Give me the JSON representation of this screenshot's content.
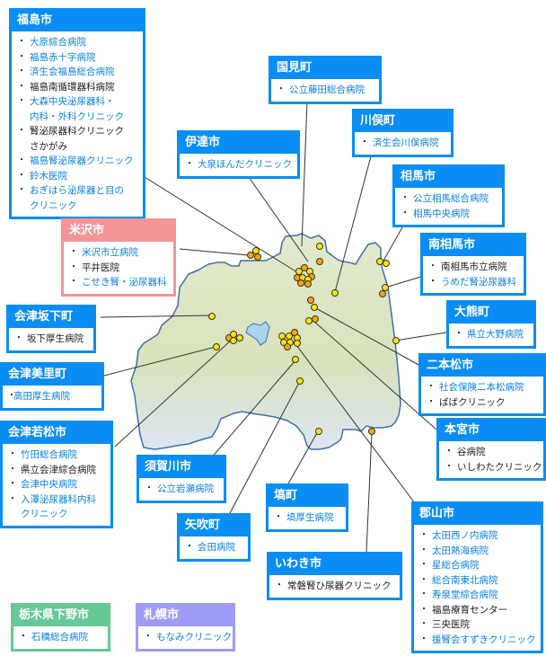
{
  "regions": {
    "fukushima": {
      "title": "福島市",
      "items": [
        {
          "name": "大原綜合病院",
          "link": true
        },
        {
          "name": "福島赤十字病院",
          "link": true
        },
        {
          "name": "済生会福島総合病院",
          "link": true
        },
        {
          "name": "福島南循環器科病院",
          "link": false
        },
        {
          "name": "大森中央泌尿器科・",
          "name2": "内科・外科クリニック",
          "link": true
        },
        {
          "name": "腎泌尿器科クリニック",
          "name2": "さかがみ",
          "link": false
        },
        {
          "name": "福島腎泌尿器クリニック",
          "link": true
        },
        {
          "name": "鈴木医院",
          "link": true
        },
        {
          "name": "おぎはら泌尿器と目の",
          "name2": "クリニック",
          "link": true
        }
      ]
    },
    "kunimi": {
      "title": "国見町",
      "items": [
        {
          "name": "公立藤田総合病院",
          "link": true
        }
      ]
    },
    "kawamata": {
      "title": "川俣町",
      "items": [
        {
          "name": "済生会川俣病院",
          "link": true
        }
      ]
    },
    "date": {
      "title": "伊達市",
      "items": [
        {
          "name": "大泉ほんだクリニック",
          "link": true
        }
      ]
    },
    "soma": {
      "title": "相馬市",
      "items": [
        {
          "name": "公立相馬総合病院",
          "link": true
        },
        {
          "name": "相馬中央病院",
          "link": true
        }
      ]
    },
    "yonezawa": {
      "title": "米沢市",
      "items": [
        {
          "name": "米沢市立病院",
          "link": true
        },
        {
          "name": "平井医院",
          "link": false
        },
        {
          "name": "こせき腎・泌尿器科",
          "link": true
        }
      ]
    },
    "minamisoma": {
      "title": "南相馬市",
      "items": [
        {
          "name": "南相馬市立病院",
          "link": false
        },
        {
          "name": "うめだ腎泌尿器科",
          "link": true
        }
      ]
    },
    "aizubange": {
      "title": "会津坂下町",
      "items": [
        {
          "name": "坂下厚生病院",
          "link": false
        }
      ]
    },
    "okuma": {
      "title": "大熊町",
      "items": [
        {
          "name": "県立大野病院",
          "link": true
        }
      ]
    },
    "aizumisato": {
      "title": "会津美里町",
      "items": [
        {
          "name": "高田厚生病院",
          "link": true
        }
      ]
    },
    "nihonmatsu": {
      "title": "二本松市",
      "items": [
        {
          "name": "社会保険二本松病院",
          "link": true
        },
        {
          "name": "ばばクリニック",
          "link": false
        }
      ]
    },
    "motomiya": {
      "title": "本宮市",
      "items": [
        {
          "name": "谷病院",
          "link": false
        },
        {
          "name": "いしわたクリニック",
          "link": false
        }
      ]
    },
    "aizuwakamatsu": {
      "title": "会津若松市",
      "items": [
        {
          "name": "竹田総合病院",
          "link": true
        },
        {
          "name": "県立会津綜合病院",
          "link": false
        },
        {
          "name": "会津中央病院",
          "link": true
        },
        {
          "name": "入澤泌尿器科内科",
          "name2": "クリニック",
          "link": true
        }
      ]
    },
    "sukagawa": {
      "title": "須賀川市",
      "items": [
        {
          "name": "公立岩瀬病院",
          "link": true
        }
      ]
    },
    "hanawa": {
      "title": "塙町",
      "items": [
        {
          "name": "塙厚生病院",
          "link": true
        }
      ]
    },
    "yabuki": {
      "title": "矢吹町",
      "items": [
        {
          "name": "会田病院",
          "link": true
        }
      ]
    },
    "iwaki": {
      "title": "いわき市",
      "items": [
        {
          "name": "常磐腎ひ尿器クリニック",
          "link": false
        }
      ]
    },
    "koriyama": {
      "title": "郡山市",
      "items": [
        {
          "name": "太田西ノ内病院",
          "link": true
        },
        {
          "name": "太田熱海病院",
          "link": true
        },
        {
          "name": "星総合病院",
          "link": true
        },
        {
          "name": "総合南東北病院",
          "link": true
        },
        {
          "name": "寿泉堂綜合病院",
          "link": true
        },
        {
          "name": "福島療育センター",
          "link": false
        },
        {
          "name": "三央医院",
          "link": false
        },
        {
          "name": "援腎会すずきクリニック",
          "link": true
        }
      ]
    },
    "shimotsuke": {
      "title": "栃木県下野市",
      "items": [
        {
          "name": "石橋総合病院",
          "link": true
        }
      ]
    },
    "sapporo": {
      "title": "札幌市",
      "items": [
        {
          "name": "もなみクリニック",
          "link": true
        }
      ]
    }
  },
  "bullet": "・",
  "colors": {
    "box_blue": "#0a8df5",
    "box_pink": "#f59497",
    "box_green": "#66c995",
    "box_purple": "#9f9cf5",
    "link": "#0a80e0",
    "map_fill_top": "#dfe7cb",
    "map_fill_bottom": "#dde6f0",
    "map_border": "#3e6fae",
    "lake": "#a8d4ec",
    "marker_yellow": "#ffe600",
    "marker_orange": "#f9a800"
  }
}
